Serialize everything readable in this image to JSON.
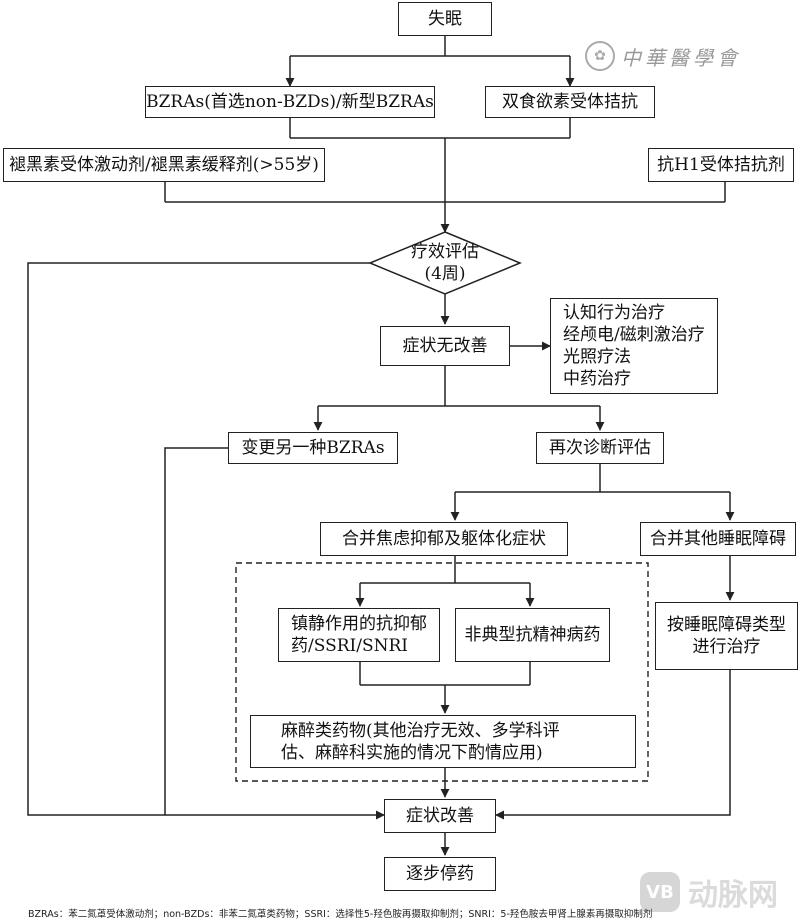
{
  "nodes": {
    "insomnia": "失眠",
    "bzra": "BZRAs(首选non-BZDs)/新型BZRAs",
    "orexin": "双食欲素受体拮抗",
    "melatonin": "褪黑素受体激动剂/褪黑素缓释剂(>55岁)",
    "h1": "抗H1受体拮抗剂",
    "eval_title": "疗效评估",
    "eval_sub": "(4周)",
    "no_improve": "症状无改善",
    "other_tx": "认知行为治疗\n经颅电/磁刺激治疗\n光照疗法\n中药治疗",
    "change_bzra": "变更另一种BZRAs",
    "rediagnose": "再次诊断评估",
    "anxiety": "合并焦虑抑郁及躯体化症状",
    "other_sleep": "合并其他睡眠障碍",
    "sedative": "镇静作用的抗抑郁\n药/SSRI/SNRI",
    "atypical": "非典型抗精神病药",
    "by_type": "按睡眠障碍类型\n进行治疗",
    "anesthetic": "麻醉类药物(其他治疗无效、多学科评\n估、麻醉科实施的情况下酌情应用)",
    "improve": "症状改善",
    "taper": "逐步停药"
  },
  "logo": {
    "text": "中華醫學會"
  },
  "footnote": "BZRAs：苯二氮䓬受体激动剂；non-BZDs：非苯二氮䓬类药物；SSRI：选择性5-羟色胺再摄取抑制剂；SNRI：5-羟色胺去甲肾上腺素再摄取抑制剂",
  "watermark": {
    "text": "动脉网",
    "icon": "VB"
  },
  "colors": {
    "line": "#222222",
    "box_border": "#222222",
    "background": "#ffffff"
  }
}
